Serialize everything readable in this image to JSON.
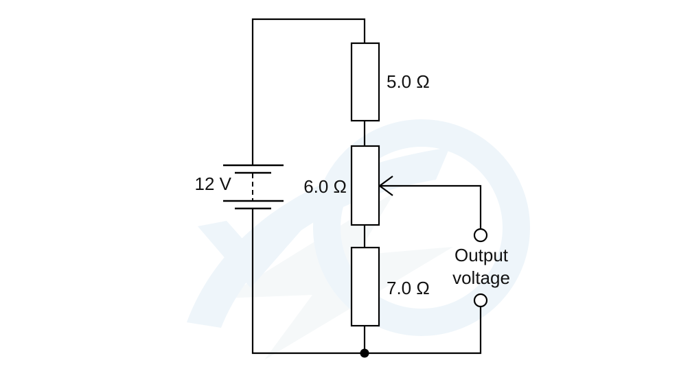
{
  "diagram": {
    "type": "circuit-potential-divider",
    "battery": {
      "label": "12 V"
    },
    "resistors": [
      {
        "label": "5.0 Ω",
        "role": "fixed-resistor"
      },
      {
        "label": "6.0 Ω",
        "role": "potentiometer-with-wiper"
      },
      {
        "label": "7.0 Ω",
        "role": "fixed-resistor"
      }
    ],
    "output": {
      "line1": "Output",
      "line2": "voltage"
    }
  },
  "colors": {
    "wire": "#000000",
    "text": "#111111",
    "background": "#ffffff",
    "watermark_blue": "#eef5fa",
    "watermark_gray": "#f5f8f9"
  }
}
